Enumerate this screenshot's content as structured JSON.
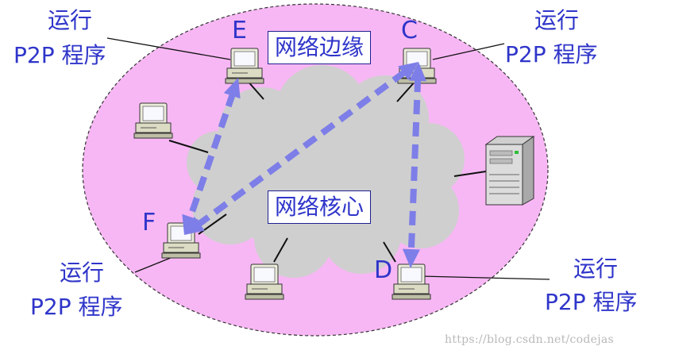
{
  "diagram": {
    "edge_region_label": "网络边缘",
    "core_region_label": "网络核心",
    "run_label": "运行",
    "program_label": "P2P 程序",
    "hosts": {
      "E": {
        "letter": "E"
      },
      "C": {
        "letter": "C"
      },
      "F": {
        "letter": "F"
      },
      "D": {
        "letter": "D"
      }
    },
    "connections": [
      {
        "from": "E",
        "to": "F"
      },
      {
        "from": "F",
        "to": "C"
      },
      {
        "from": "C",
        "to": "D"
      }
    ]
  },
  "watermark": "https://blog.csdn.net/codejas",
  "colors": {
    "edge_region": "#f7b7f4",
    "core_cloud": "#cfcfcf",
    "p2p_arrow": "#7e7ee8",
    "label_text": "#2f35c9"
  }
}
